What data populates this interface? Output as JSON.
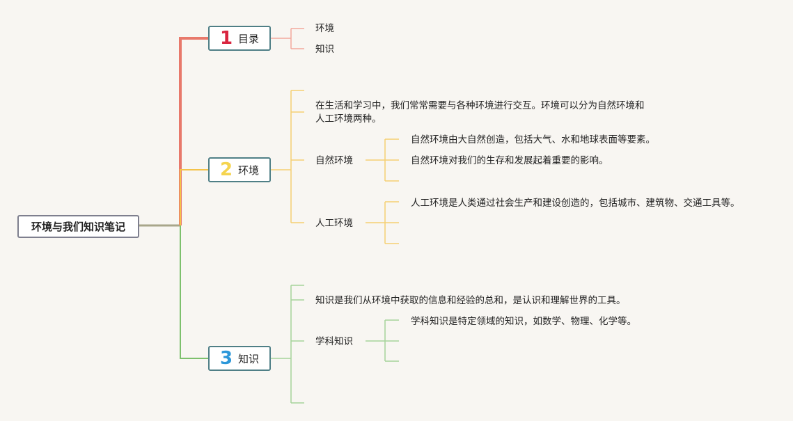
{
  "title": "环境与我们知识笔记",
  "colors": {
    "branch1": "#e8796b",
    "branch2": "#f4c34a",
    "branch3": "#7dc06d"
  },
  "branches": [
    {
      "num": "1",
      "label": "目录",
      "num_color": "#d9253f",
      "items": [
        "环境",
        "知识"
      ]
    },
    {
      "num": "2",
      "label": "环境",
      "num_color": "#f5d44f",
      "intro_line1": "在生活和学习中，我们常常需要与各种环境进行交互。环境可以分为自然环境和",
      "intro_line2": "人工环境两种。",
      "sub1": {
        "label": "自然环境",
        "items": [
          "自然环境由大自然创造，包括大气、水和地球表面等要素。",
          "自然环境对我们的生存和发展起着重要的影响。"
        ]
      },
      "sub2": {
        "label": "人工环境",
        "items": [
          "人工环境是人类通过社会生产和建设创造的，包括城市、建筑物、交通工具等。"
        ]
      }
    },
    {
      "num": "3",
      "label": "知识",
      "num_color": "#2b97d9",
      "intro": "知识是我们从环境中获取的信息和经验的总和，是认识和理解世界的工具。",
      "sub1": {
        "label": "学科知识",
        "items": [
          "学科知识是特定领域的知识，如数学、物理、化学等。"
        ]
      }
    }
  ]
}
